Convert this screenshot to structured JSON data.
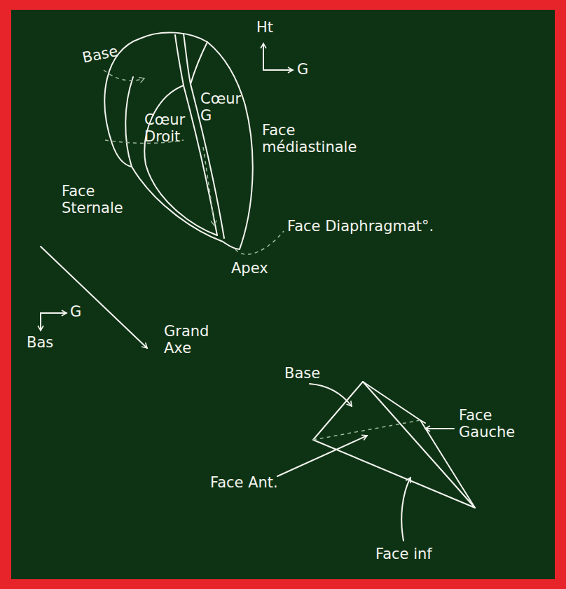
{
  "diagram": {
    "labels": [
      "Ht",
      "G",
      "Base",
      "Cœur Droit",
      "Cœur G",
      "Face médiastinale",
      "Face Sternale",
      "Face Diaphragmat°.",
      "Apex",
      "G",
      "Bas",
      "Grand Axe",
      "Base",
      "Face Gauche",
      "Face Ant.",
      "Face inf"
    ]
  }
}
